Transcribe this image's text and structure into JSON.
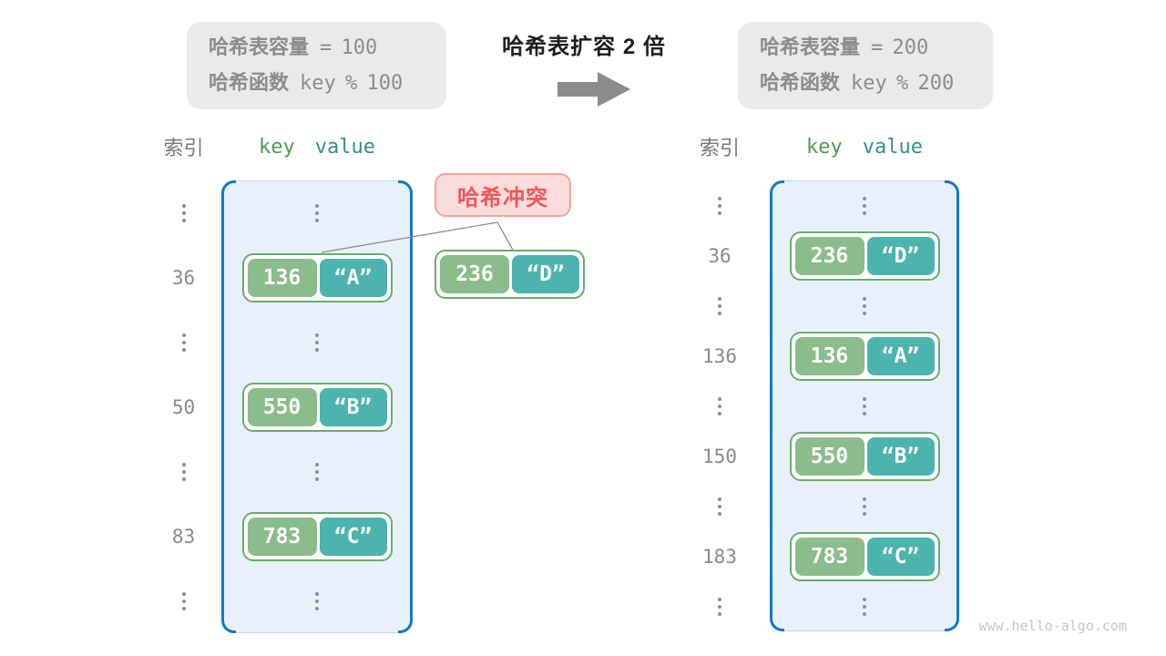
{
  "info_left": {
    "line1_label": "哈希表容量",
    "line1_value": "= 100",
    "line2_label": "哈希函数",
    "line2_value": "key % 100"
  },
  "title": "哈希表扩容 2 倍",
  "info_right": {
    "line1_label": "哈希表容量",
    "line1_value": "= 200",
    "line2_label": "哈希函数",
    "line2_value": "key % 200"
  },
  "collision": {
    "label": "哈希冲突"
  },
  "collision_pair": {
    "key": "236",
    "value": "“D”"
  },
  "tables": {
    "left": {
      "index_header": "索引",
      "key_header": "key",
      "value_header": "value",
      "slots": [
        {
          "kind": "dots"
        },
        {
          "kind": "entry",
          "index": "36",
          "key": "136",
          "value": "“A”"
        },
        {
          "kind": "dots"
        },
        {
          "kind": "entry",
          "index": "50",
          "key": "550",
          "value": "“B”"
        },
        {
          "kind": "dots"
        },
        {
          "kind": "entry",
          "index": "83",
          "key": "783",
          "value": "“C”"
        },
        {
          "kind": "dots"
        }
      ]
    },
    "right": {
      "index_header": "索引",
      "key_header": "key",
      "value_header": "value",
      "slots": [
        {
          "kind": "dots"
        },
        {
          "kind": "entry",
          "index": "36",
          "key": "236",
          "value": "“D”"
        },
        {
          "kind": "dots"
        },
        {
          "kind": "entry",
          "index": "136",
          "key": "136",
          "value": "“A”"
        },
        {
          "kind": "dots"
        },
        {
          "kind": "entry",
          "index": "150",
          "key": "550",
          "value": "“B”"
        },
        {
          "kind": "dots"
        },
        {
          "kind": "entry",
          "index": "183",
          "key": "783",
          "value": "“C”"
        },
        {
          "kind": "dots"
        }
      ]
    }
  },
  "watermark": "www.hello-algo.com",
  "colors": {
    "key_cell": "#8BBC8B",
    "value_cell": "#4DB3AE",
    "pair_border": "#67AE69",
    "container_fill": "#E8F1FB",
    "container_bracket": "#1577C8",
    "collision_fill": "#FADCDC",
    "collision_border": "#F5A2A2",
    "collision_text": "#F0565A",
    "info_box_fill": "#EAEAEA",
    "gray_text": "#8C8C8C",
    "key_header_text": "#4E9B52",
    "value_header_text": "#33908C"
  }
}
